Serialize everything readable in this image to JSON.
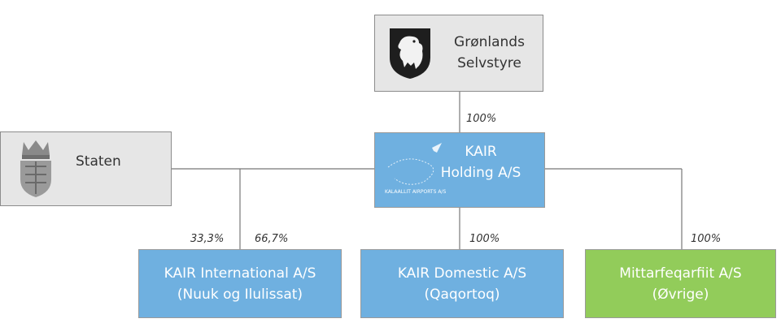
{
  "boxes": {
    "gronland": {
      "line1": "Grønlands",
      "line2": "Selvstyre"
    },
    "staten": {
      "label": "Staten"
    },
    "holding": {
      "line1": "KAIR",
      "line2": "Holding A/S",
      "logo_text": "KALAALLIT AIRPORTS A/S"
    },
    "international": {
      "line1": "KAIR International A/S",
      "line2": "(Nuuk og Ilulissat)"
    },
    "domestic": {
      "line1": "KAIR Domestic A/S",
      "line2": "(Qaqortoq)"
    },
    "mittarfeqarfiit": {
      "line1": "Mittarfeqarfiit A/S",
      "line2": "(Øvrige)"
    }
  },
  "ownership": {
    "gronland_holding": "100%",
    "staten_international": "33,3%",
    "holding_international": "66,7%",
    "holding_domestic": "100%",
    "holding_mittarfeqarfiit": "100%"
  },
  "colors": {
    "gray_box": "#e6e6e6",
    "blue_box": "#6fb0e0",
    "green_box": "#92cc5a",
    "connector": "#777777"
  },
  "icons": [
    "polar-bear-emblem-icon",
    "danish-coat-of-arms-icon",
    "airports-logo-icon"
  ]
}
